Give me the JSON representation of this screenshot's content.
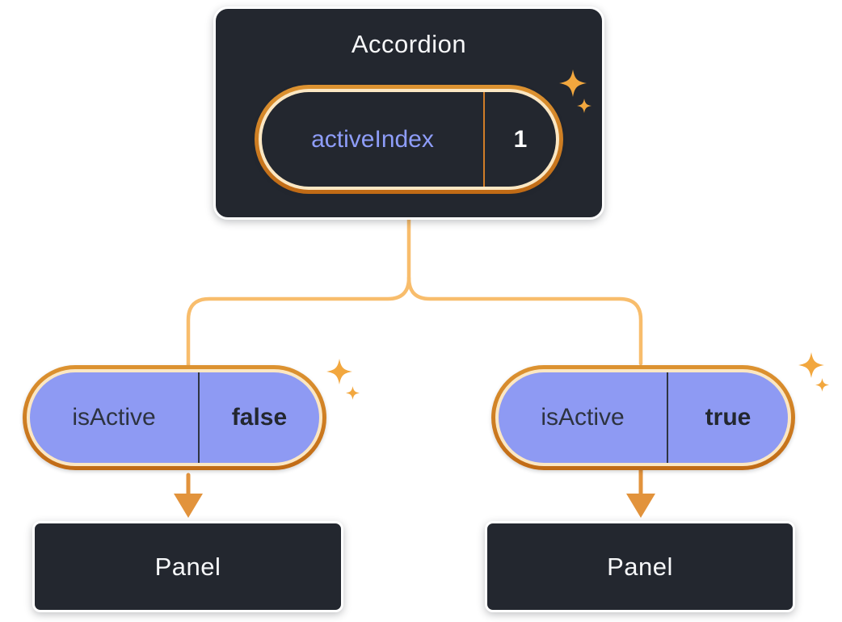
{
  "colors": {
    "canvas_bg": "#ffffff",
    "card_bg": "#23272f",
    "text_light": "#f6f7f9",
    "text_dark": "#23272f",
    "ring_orange_top": "#dd9331",
    "ring_orange_bot": "#c06a15",
    "ring_cream": "#fbe7c3",
    "divider_orange": "#d07d28",
    "connector": "#f8bd6c",
    "arrow": "#e2933c",
    "purple_fill": "#8e9af3",
    "purple_text": "#8e9df9",
    "sparkle": "#f2a73e"
  },
  "accordion": {
    "title": "Accordion",
    "state": {
      "key": "activeIndex",
      "value": "1"
    }
  },
  "children": [
    {
      "prop": {
        "key": "isActive",
        "value": "false"
      },
      "panel": "Panel"
    },
    {
      "prop": {
        "key": "isActive",
        "value": "true"
      },
      "panel": "Panel"
    }
  ]
}
